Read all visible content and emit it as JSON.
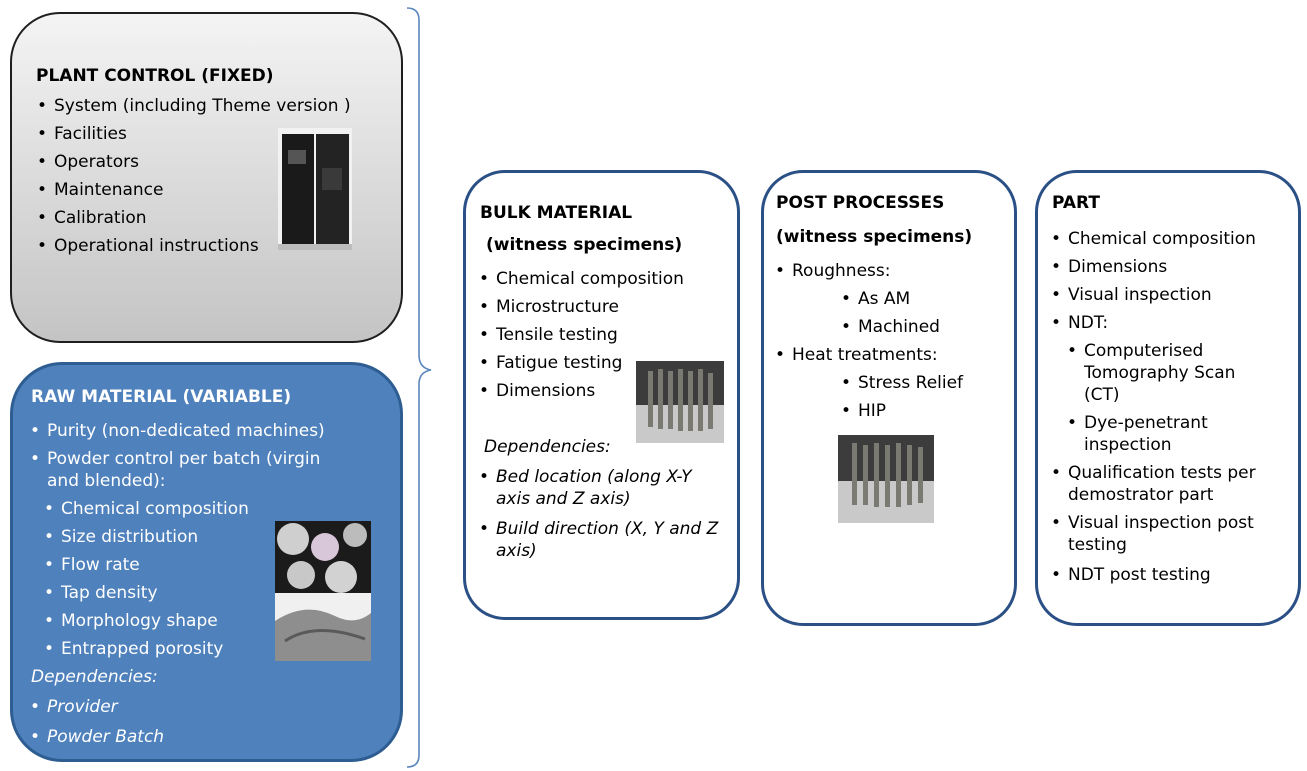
{
  "plant_control": {
    "title": "PLANT CONTROL (FIXED)",
    "items": [
      "System (including Theme version )",
      "Facilities",
      "Operators",
      "Maintenance",
      "Calibration",
      "Operational instructions"
    ]
  },
  "raw_material": {
    "title": "RAW MATERIAL  (VARIABLE)",
    "item_purity": "Purity (non-dedicated machines)",
    "item_powder_1": "Powder control per batch (virgin",
    "item_powder_2": "and blended):",
    "subitems": [
      "Chemical composition",
      "Size distribution",
      "Flow rate",
      "Tap density",
      "Morphology shape",
      "Entrapped porosity"
    ],
    "dependencies_label": "Dependencies:",
    "dependencies": [
      "Provider",
      "Powder Batch"
    ]
  },
  "bulk_material": {
    "title": "BULK  MATERIAL",
    "subtitle": "(witness specimens)",
    "items": [
      "Chemical composition",
      "Microstructure",
      "Tensile testing",
      "Fatigue testing",
      "Dimensions"
    ],
    "dependencies_label": "Dependencies:",
    "dep1_line1": "Bed location (along X-Y",
    "dep1_line2": "axis and Z axis)",
    "dep2_line1": "Build direction (X, Y and Z",
    "dep2_line2": "axis)"
  },
  "post_processes": {
    "title": "POST PROCESSES",
    "subtitle": "(witness specimens)",
    "roughness": "Roughness:",
    "roughness_items": [
      "As AM",
      "Machined"
    ],
    "heat": "Heat treatments:",
    "heat_items": [
      "Stress Relief",
      "HIP"
    ]
  },
  "part": {
    "title": "PART",
    "items_top": [
      "Chemical composition",
      "Dimensions",
      "Visual inspection",
      "NDT:"
    ],
    "ndt_ct": [
      "Computerised",
      "Tomography Scan",
      "(CT)"
    ],
    "ndt_dye": [
      "Dye-penetrant",
      "inspection"
    ],
    "qual": [
      "Qualification tests per",
      "demostrator part"
    ],
    "vis_post": [
      "Visual inspection post",
      "testing"
    ],
    "ndt_post": "NDT post testing"
  }
}
